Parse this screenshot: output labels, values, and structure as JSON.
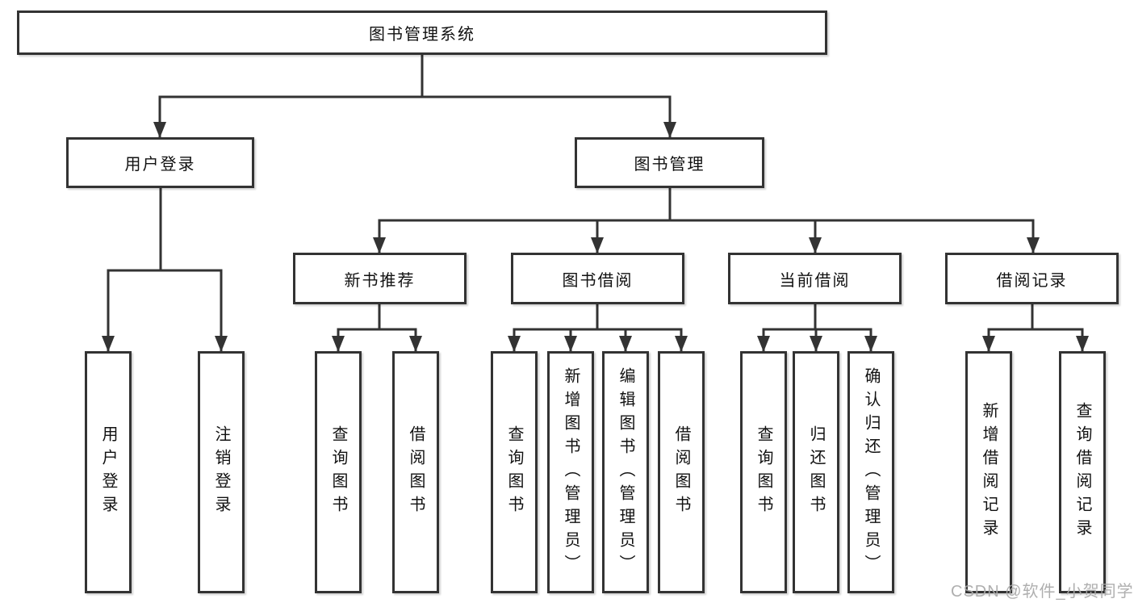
{
  "diagram": {
    "title": "图书管理系统",
    "user_login": {
      "label": "用户登录",
      "children": [
        "用户登录",
        "注销登录"
      ]
    },
    "book_management": {
      "label": "图书管理",
      "sections": {
        "new_books": {
          "label": "新书推荐",
          "children": [
            "查询图书",
            "借阅图书"
          ]
        },
        "borrowing": {
          "label": "图书借阅",
          "children": [
            "查询图书",
            "新增图书（管理员）",
            "编辑图书（管理员）",
            "借阅图书"
          ]
        },
        "current": {
          "label": "当前借阅",
          "children": [
            "查询图书",
            "归还图书",
            "确认归还（管理员）"
          ]
        },
        "records": {
          "label": "借阅记录",
          "children": [
            "新增借阅记录",
            "查询借阅记录"
          ]
        }
      }
    },
    "colors": {
      "line": "#333333",
      "text": "#111111",
      "background": "#ffffff"
    }
  },
  "watermark": {
    "text": "CSDN @软件_小贺同学"
  }
}
